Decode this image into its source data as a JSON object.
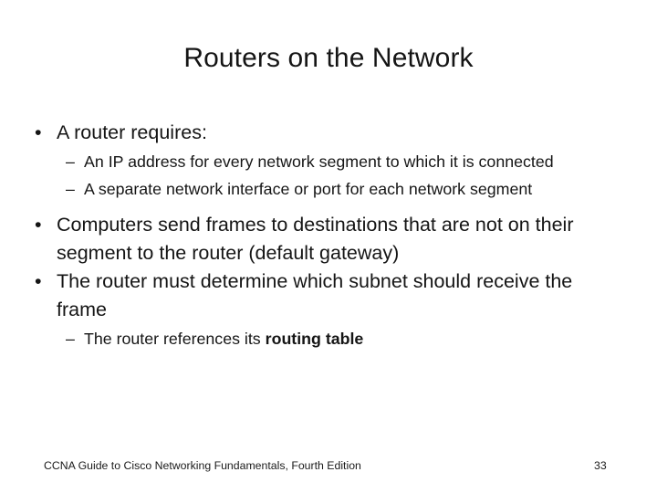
{
  "slide": {
    "title": "Routers on the Network",
    "bullet_marker": "•",
    "sub_marker": "–",
    "blocks": [
      {
        "text": "A router requires:",
        "children": [
          "An IP address for every network segment to which it is connected",
          "A separate network interface or port for each network segment"
        ]
      },
      {
        "text": "Computers send frames to destinations that are not on their segment to the router (default gateway)",
        "children": []
      },
      {
        "text": "The router must determine which subnet should receive the frame",
        "children": [
          {
            "prefix": "The router references its ",
            "bold": "routing table"
          }
        ]
      }
    ]
  },
  "footer": {
    "source": "CCNA Guide to Cisco Networking Fundamentals, Fourth Edition",
    "page_number": "33"
  },
  "colors": {
    "background": "#ffffff",
    "text": "#151515",
    "footer_text": "#1a1a1a"
  }
}
